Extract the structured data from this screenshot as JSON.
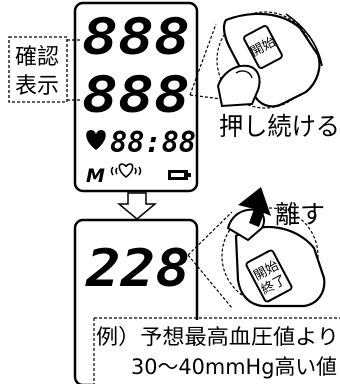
{
  "lcd_top": {
    "row1": "888",
    "row2": "888",
    "clock": "88:88",
    "brand_logo": "M",
    "heart_icon": "heart-icon",
    "wave_heart_icon": "irregular-heartbeat-icon",
    "battery_icon": "battery-icon"
  },
  "confirm_label": {
    "line1": "確認",
    "line2": "表示"
  },
  "button_top": {
    "label": "開始"
  },
  "instruction_hold": "押し続ける",
  "lcd_bottom": {
    "value": "228"
  },
  "instruction_release": "離す",
  "button_bottom": {
    "line1": "開始",
    "line2": "終了"
  },
  "note": {
    "line1": "例）予想最高血圧値より",
    "line2": "30〜40mmHg高い値"
  }
}
